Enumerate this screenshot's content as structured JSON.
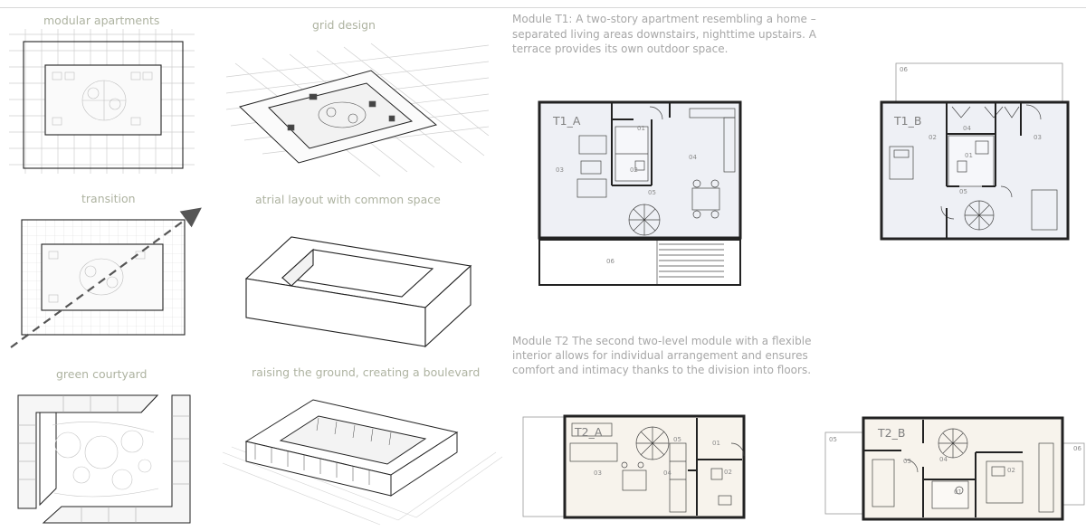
{
  "diagrams": {
    "modular": {
      "caption": "modular apartments"
    },
    "grid": {
      "caption": "grid design"
    },
    "transition": {
      "caption": "transition"
    },
    "atrial": {
      "caption": "atrial layout with common space"
    },
    "courtyard": {
      "caption": "green courtyard"
    },
    "boulevard": {
      "caption": "raising the ground, creating a boulevard"
    }
  },
  "modules": {
    "t1": {
      "description_lines": [
        "Module T1: A two-story apartment resembling a home –",
        "separated living areas downstairs, nighttime upstairs. A",
        "terrace provides its own outdoor space."
      ],
      "plan_a": {
        "label": "T1_A",
        "rooms": [
          "01",
          "02",
          "03",
          "04",
          "05",
          "06"
        ]
      },
      "plan_b": {
        "label": "T1_B",
        "rooms": [
          "01",
          "02",
          "03",
          "04",
          "05",
          "06"
        ]
      }
    },
    "t2": {
      "description_lines": [
        "Module T2 The second two-level module with a flexible",
        "interior allows for individual arrangement and ensures",
        "comfort and intimacy thanks to the division into floors."
      ],
      "plan_a": {
        "label": "T2_A",
        "rooms": [
          "01",
          "02",
          "03",
          "04",
          "05"
        ]
      },
      "plan_b": {
        "label": "T2_B",
        "rooms": [
          "01",
          "02",
          "03",
          "04",
          "05",
          "06"
        ]
      }
    }
  },
  "colors": {
    "caption": "#aeb3a1",
    "text": "#a7a7a7",
    "line": "#2b2b2b",
    "plan_fill": "#eef0f5",
    "warm_fill": "#f7f3ec"
  }
}
